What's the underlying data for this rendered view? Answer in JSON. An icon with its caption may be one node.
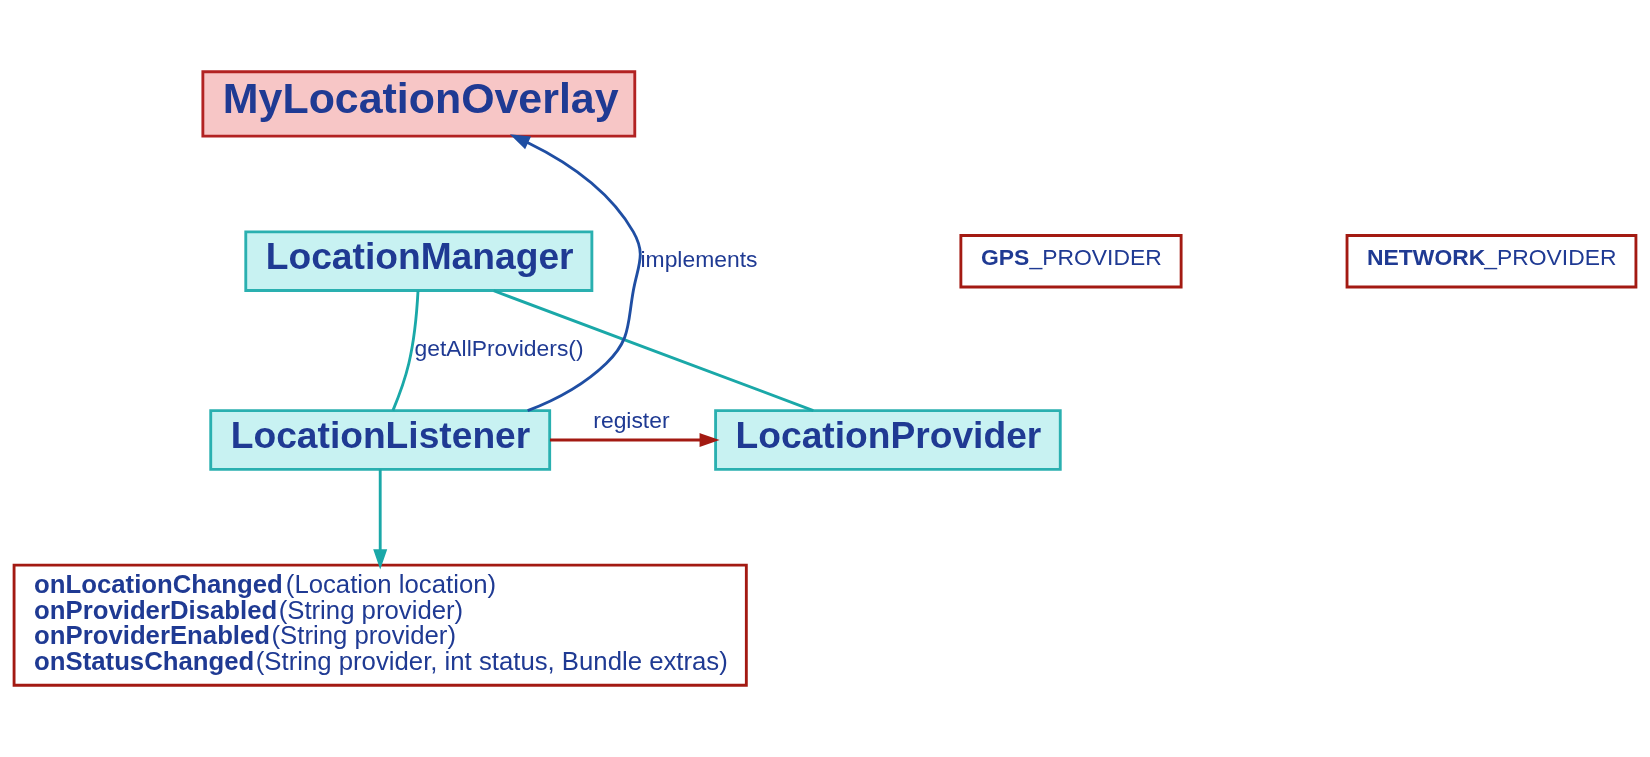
{
  "diagram": {
    "nodes": [
      {
        "text": [
          "MyLocationOverlay"
        ]
      },
      {
        "text": [
          "LocationManager"
        ]
      },
      {
        "text": [
          "**GPS**_PROVIDER"
        ]
      },
      {
        "text": [
          "**NETWORK**_PROVIDER"
        ]
      },
      {
        "text": [
          "LocationListener"
        ]
      },
      {
        "text": [
          "LocationProvider"
        ]
      },
      {
        "text": [
          "**onLocationChanged**(Location location)",
          "**onProviderDisabled**(String provider)",
          "**onProviderEnabled**(String provider)",
          "**onStatusChanged**(String provider, int status, Bundle extras)"
        ]
      }
    ],
    "edges": [
      {
        "from": 4,
        "to": 0,
        "arrow": "to",
        "label": "implements",
        "color": "#1f4ea3"
      },
      {
        "from": 4,
        "to": 1,
        "arrow": "none",
        "label": "getAllProviders()"
      },
      {
        "from": 1,
        "to": 5,
        "arrow": "none"
      },
      {
        "from": 4,
        "to": 5,
        "arrow": "to",
        "label": "register",
        "color": "#a31a12"
      },
      {
        "from": 4,
        "to": 6,
        "arrow": "to"
      }
    ]
  }
}
